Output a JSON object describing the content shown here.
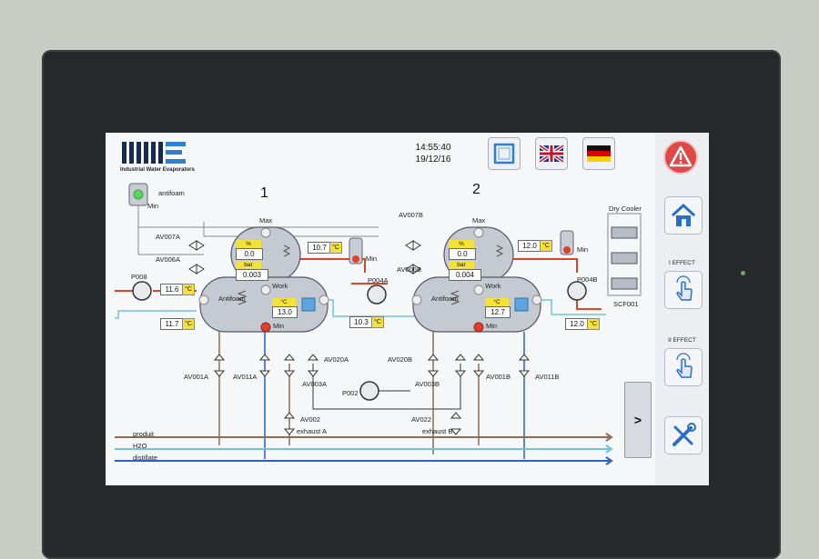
{
  "logo": {
    "company_name": "Industrial Water Evaporators"
  },
  "clock": {
    "time": "14:55:40",
    "date": "19/12/16"
  },
  "header_buttons": [
    "fullscreen-icon",
    "uk-flag-icon",
    "germany-flag-icon"
  ],
  "sidebar": {
    "alarm_icon": "warning-icon",
    "home_icon": "home-icon",
    "effect1_label": "I EFFECT",
    "effect2_label": "II EFFECT",
    "settings_icon": "tools-icon"
  },
  "next_button": ">",
  "process": {
    "effect1_title": "1",
    "effect2_title": "2",
    "antifoam_label": "antifoam",
    "antifoam_min": "Min",
    "tank1": {
      "max_label": "Max",
      "percent_unit": "%",
      "percent_value": "0.0",
      "bar_unit": "bar",
      "bar_value": "0.003",
      "work_label": "Work",
      "antifoam_label": "Antifoam",
      "temp_unit": "°C",
      "temp_value": "13.0",
      "min_label": "Min"
    },
    "tank2": {
      "max_label": "Max",
      "percent_unit": "%",
      "percent_value": "0.0",
      "bar_unit": "bar",
      "bar_value": "0.004",
      "work_label": "Work",
      "antifoam_label": "Antifoam",
      "temp_unit": "°C",
      "temp_value": "12.7",
      "min_label": "Min"
    },
    "p008": {
      "label": "P008",
      "temp": "11.6",
      "unit": "°C"
    },
    "temp_left_bottom": {
      "value": "11.7",
      "unit": "°C"
    },
    "temp_mid_top": {
      "value": "10.7",
      "unit": "°C"
    },
    "temp_mid_bottom": {
      "value": "10.3",
      "unit": "°C"
    },
    "temp_right_top": {
      "value": "12.0",
      "unit": "°C"
    },
    "temp_right_bottom": {
      "value": "12.0",
      "unit": "°C"
    },
    "sep1_min": "Min",
    "sep2_min": "Min",
    "p004a": "P004A",
    "p004b": "P004B",
    "p002": "P002",
    "dry_cooler": "Dry Cooler",
    "scf001": "SCF001",
    "valves": {
      "av007a": "AV007A",
      "av006a": "AV006A",
      "av007b": "AV007B",
      "av006b": "AV006B",
      "av001a": "AV001A",
      "av011a": "AV011A",
      "av020a": "AV020A",
      "av003a": "AV003A",
      "av020b": "AV020B",
      "av003b": "AV003B",
      "av001b": "AV001B",
      "av011b": "AV011B",
      "av002": "AV002",
      "av022": "AV022"
    },
    "exhaust_a": "exhaust A",
    "exhaust_b": "exhaust B",
    "lines": {
      "produit": "produit",
      "h2o": "H2O",
      "distillate": "distillate"
    },
    "colors": {
      "produit": "#8a6e52",
      "h2o": "#6ec6d8",
      "distillate": "#2a5fd0",
      "hot": "#d8462a"
    }
  }
}
